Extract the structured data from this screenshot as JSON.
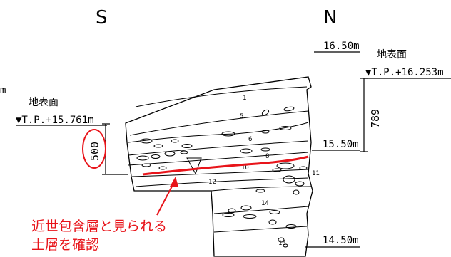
{
  "orientation": {
    "south": "S",
    "north": "N"
  },
  "south_side": {
    "ground_label": "地表面",
    "ground_elevation": "▼T.P.+15.761m",
    "clipped_label": "m",
    "height_dimension": "500"
  },
  "north_side": {
    "ground_label": "地表面",
    "ground_elevation": "▼T.P.+16.253m",
    "height_dimension": "789"
  },
  "elevation_marks": [
    "16.50m",
    "15.50m",
    "14.50m"
  ],
  "layers": [
    "1",
    "5",
    "6",
    "8",
    "10",
    "11",
    "12",
    "14",
    "15"
  ],
  "annotation": {
    "line1": "近世包含層と見られる",
    "line2": "土層を確認"
  },
  "colors": {
    "line": "#000000",
    "highlight": "#e8141a"
  }
}
